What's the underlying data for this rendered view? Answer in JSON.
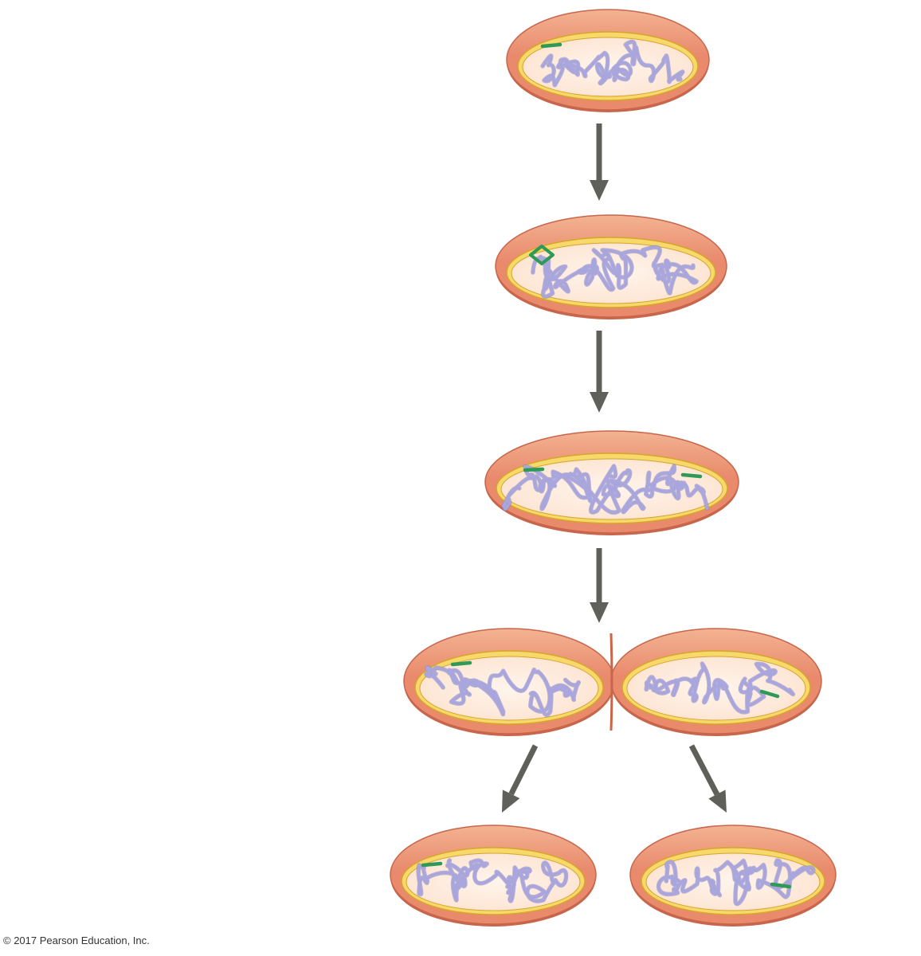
{
  "copyright": "© 2017 Pearson Education, Inc.",
  "colors": {
    "wall_outer": "#e98a6d",
    "wall_top": "#f3b392",
    "wall_edge": "#c8664c",
    "membrane_yellow": "#f7d86a",
    "membrane_line": "#d6a52a",
    "cytoplasm": "#fde4d2",
    "cytoplasm_center": "#fff5ec",
    "dna": "#a8a6dc",
    "dna_dark": "#8583c8",
    "origin": "#2f9a55",
    "arrow": "#5f605a"
  },
  "stages": [
    {
      "name": "cell-stage-1",
      "origin_marks": 1
    },
    {
      "name": "cell-stage-2",
      "origin_marks": 1
    },
    {
      "name": "cell-stage-3",
      "origin_marks": 2
    },
    {
      "name": "cell-stage-4-dividing",
      "origin_marks": 2
    },
    {
      "name": "daughter-cell-left",
      "origin_marks": 1
    },
    {
      "name": "daughter-cell-right",
      "origin_marks": 1
    }
  ]
}
